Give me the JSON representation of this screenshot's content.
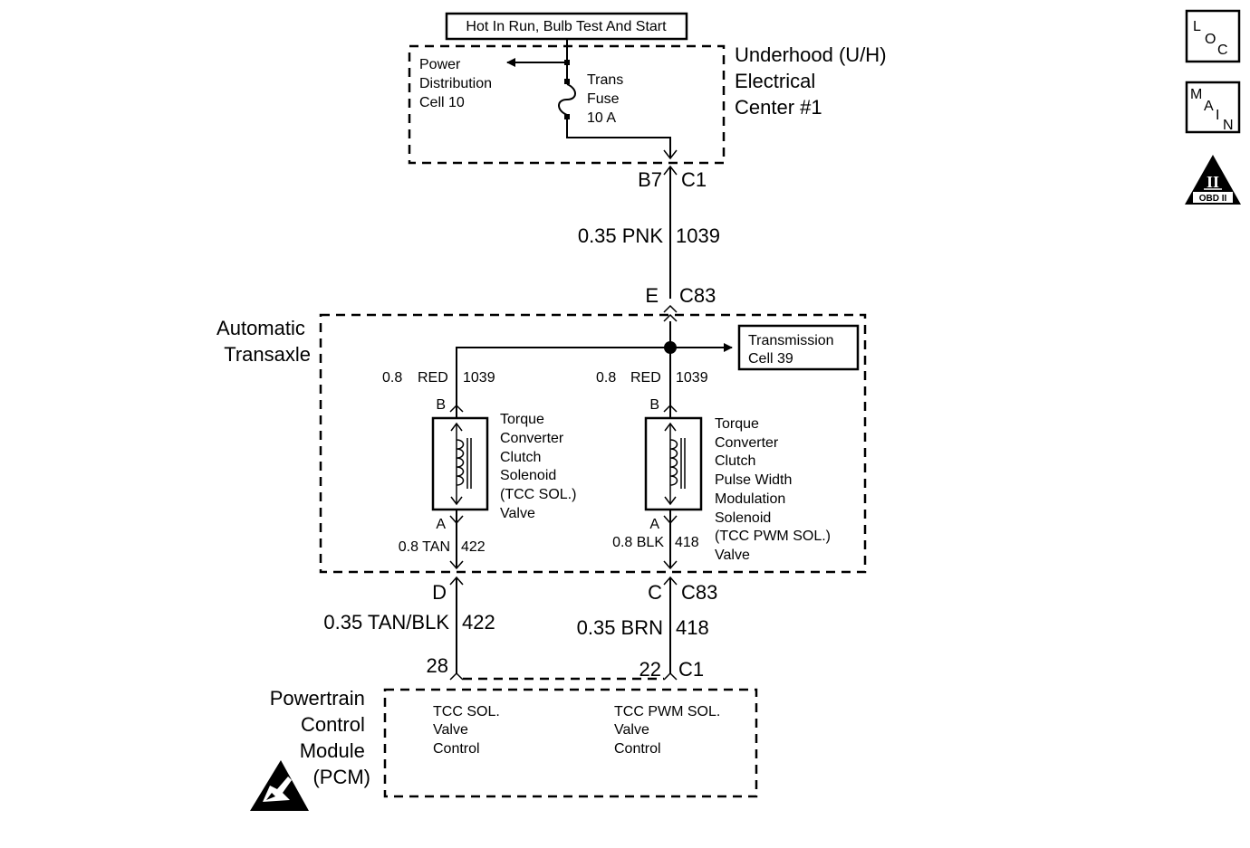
{
  "top_power": {
    "label": "Hot In Run, Bulb Test And Start"
  },
  "uh_center": {
    "title_lines": [
      "Underhood (U/H)",
      "Electrical",
      "Center #1"
    ],
    "pdc_lines": [
      "Power",
      "Distribution",
      "Cell 10"
    ],
    "fuse_lines": [
      "Trans",
      "Fuse",
      "10 A"
    ],
    "connector_pin": "B7",
    "connector_id": "C1"
  },
  "main_wire": {
    "gauge_color": "0.35 PNK",
    "circuit": "1039"
  },
  "transaxle": {
    "title_lines": [
      "Automatic",
      "Transaxle"
    ],
    "input_pin": "E",
    "input_conn": "C83",
    "transmission_ref_lines": [
      "Transmission",
      "Cell 39"
    ],
    "left_feed": {
      "gauge": "0.8",
      "color": "RED",
      "circuit": "1039"
    },
    "right_feed": {
      "gauge": "0.8",
      "color": "RED",
      "circuit": "1039"
    },
    "tcc_solenoid": {
      "pin_top": "B",
      "pin_bottom": "A",
      "label_lines": [
        "Torque",
        "Converter",
        "Clutch",
        "Solenoid",
        "(TCC SOL.)",
        "Valve"
      ],
      "output": {
        "gauge_color": "0.8 TAN",
        "circuit": "422"
      }
    },
    "pwm_solenoid": {
      "pin_top": "B",
      "pin_bottom": "A",
      "label_lines": [
        "Torque",
        "Converter",
        "Clutch",
        "Pulse Width",
        "Modulation",
        "Solenoid",
        "(TCC PWM SOL.)",
        "Valve"
      ],
      "output": {
        "gauge_color": "0.8 BLK",
        "circuit": "418"
      }
    },
    "out_pin_left": "D",
    "out_pin_right": "C",
    "out_conn": "C83"
  },
  "lower_wires": {
    "left": {
      "gauge_color": "0.35 TAN/BLK",
      "circuit": "422"
    },
    "right": {
      "gauge_color": "0.35 BRN",
      "circuit": "418"
    }
  },
  "pcm": {
    "title_lines": [
      "Powertrain",
      "Control",
      "Module",
      "(PCM)"
    ],
    "pin_left": "28",
    "pin_right": "22",
    "conn": "C1",
    "tcc_control_lines": [
      "TCC SOL.",
      "Valve",
      "Control"
    ],
    "pwm_control_lines": [
      "TCC PWM SOL.",
      "Valve",
      "Control"
    ]
  },
  "side_icons": {
    "loc_letters": [
      "L",
      "O",
      "C"
    ],
    "main_letters": [
      "M",
      "A",
      "I",
      "N"
    ],
    "obd_roman": "II",
    "obd_text": "OBD II"
  }
}
